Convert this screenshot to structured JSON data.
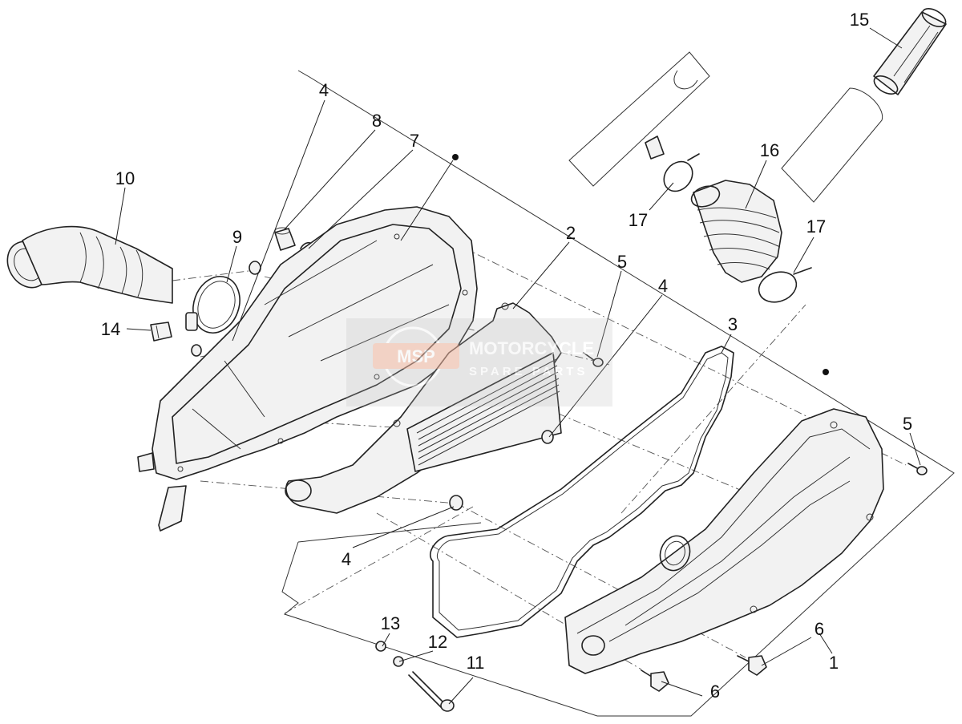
{
  "callouts": [
    {
      "id": "c10",
      "text": "10"
    },
    {
      "id": "c9",
      "text": "9"
    },
    {
      "id": "c14",
      "text": "14"
    },
    {
      "id": "c4a",
      "text": "4"
    },
    {
      "id": "c8",
      "text": "8"
    },
    {
      "id": "c7",
      "text": "7"
    },
    {
      "id": "c2",
      "text": "2"
    },
    {
      "id": "c5a",
      "text": "5"
    },
    {
      "id": "c4b",
      "text": "4"
    },
    {
      "id": "c3",
      "text": "3"
    },
    {
      "id": "c15",
      "text": "15"
    },
    {
      "id": "c16",
      "text": "16"
    },
    {
      "id": "c17a",
      "text": "17"
    },
    {
      "id": "c17b",
      "text": "17"
    },
    {
      "id": "c5b",
      "text": "5"
    },
    {
      "id": "c4c",
      "text": "4"
    },
    {
      "id": "c13",
      "text": "13"
    },
    {
      "id": "c12",
      "text": "12"
    },
    {
      "id": "c11",
      "text": "11"
    },
    {
      "id": "c6a",
      "text": "6"
    },
    {
      "id": "c6b",
      "text": "6"
    },
    {
      "id": "c1",
      "text": "1"
    }
  ],
  "watermark": {
    "brand": "MOTORCYCLE",
    "sub": "SPARE PARTS",
    "logo": "MSP",
    "color": "#d9d9d9",
    "accent": "#f2b8a2"
  }
}
